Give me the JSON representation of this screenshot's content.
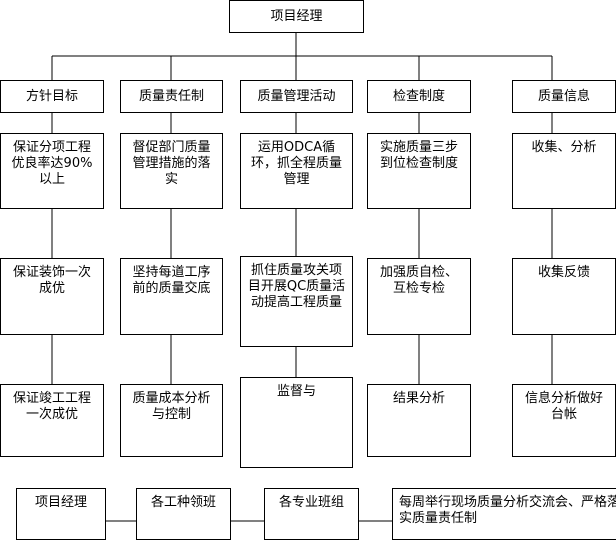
{
  "top": "项目经理",
  "columns": [
    {
      "header": "方针目标",
      "items": [
        "保证分项工程优良率达90%以上",
        "保证装饰一次成优",
        "保证竣工工程一次成优"
      ]
    },
    {
      "header": "质量责任制",
      "items": [
        "督促部门质量管理措施的落实",
        "坚持每道工序前的质量交底",
        "质量成本分析与控制"
      ]
    },
    {
      "header": "质量管理活动",
      "items": [
        "运用ODCA循环，抓全程质量管理",
        "抓住质量攻关项目开展QC质量活动提高工程质量",
        "监督与"
      ]
    },
    {
      "header": "检查制度",
      "items": [
        "实施质量三步到位检查制度",
        "加强质自检、互检专检",
        "结果分析"
      ]
    },
    {
      "header": "质量信息",
      "items": [
        "收集、分析",
        "收集反馈",
        "信息分析做好台帐"
      ]
    }
  ],
  "bottom": [
    "项目经理",
    "各工种领班",
    "各专业班组",
    "每周举行现场质量分析交流会、严格落实质量责任制"
  ]
}
